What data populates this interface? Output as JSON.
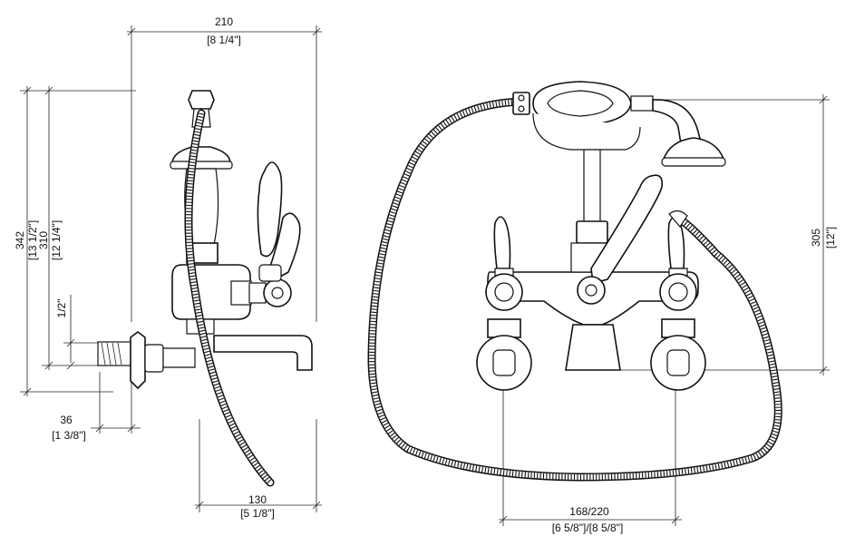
{
  "dimensions": {
    "width_total": {
      "mm": "210",
      "in": "[8 1/4\"]"
    },
    "height_total": {
      "mm": "342",
      "in": "[13 1/2\"]"
    },
    "height_inner": {
      "mm": "310",
      "in": "[12 1/4\"]"
    },
    "inlet": {
      "in": "1/2\""
    },
    "wall_offset": {
      "mm": "36",
      "in": "[1 3/8\"]"
    },
    "spout_projection": {
      "mm": "130",
      "in": "[5 1/8\"]"
    },
    "handset_height": {
      "mm": "305",
      "in": "[12\"]"
    },
    "centers": {
      "mm": "168/220",
      "in": "[6 5/8\"]/[8 5/8\"]"
    }
  }
}
